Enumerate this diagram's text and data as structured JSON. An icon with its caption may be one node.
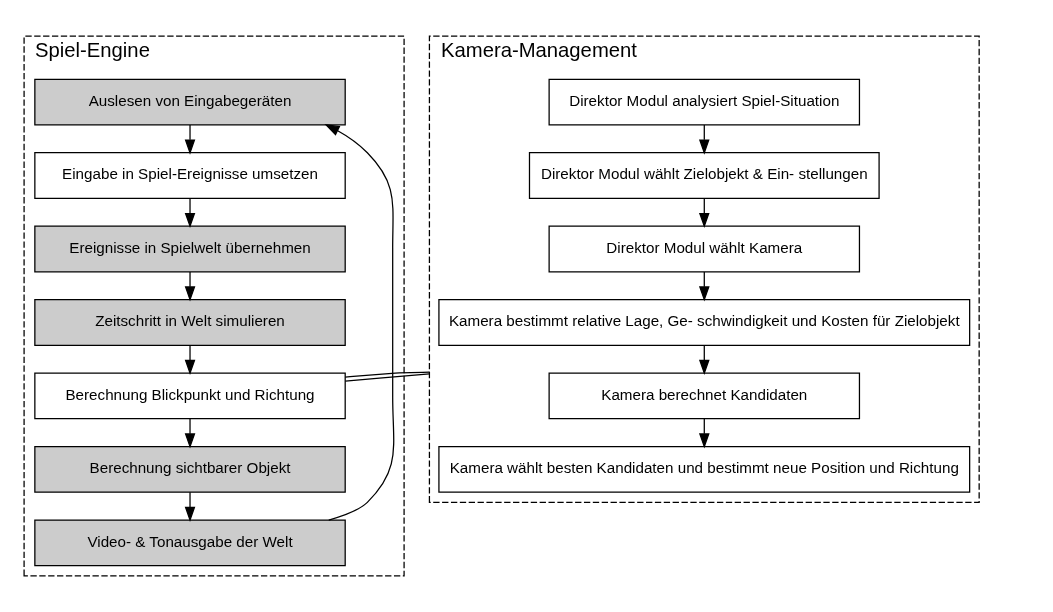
{
  "diagram": {
    "nodes": [
      {
        "text": [
          "Spiel-Engine"
        ]
      },
      {
        "text": [
          "Auslesen von Eingabegeräten"
        ],
        "in": 0
      },
      {
        "text": [
          "Eingabe in Spiel-Ereignisse umsetzen"
        ],
        "in": 0
      },
      {
        "text": [
          "Ereignisse in Spielwelt übernehmen"
        ],
        "in": 0
      },
      {
        "text": [
          "Zeitschritt in Welt simulieren"
        ],
        "in": 0
      },
      {
        "text": [
          "Berechnung Blickpunkt und Richtung"
        ],
        "in": 0
      },
      {
        "text": [
          "Berechnung sichtbarer Objekt"
        ],
        "in": 0
      },
      {
        "text": [
          "Video- & Tonausgabe der Welt"
        ],
        "in": 0
      },
      {
        "text": [
          "Kamera-Management"
        ]
      },
      {
        "text": [
          "Direktor Modul analysiert Spiel-Situation"
        ],
        "in": 8
      },
      {
        "text": [
          "Direktor Modul wählt Zielobjekt & Ein- stellungen"
        ],
        "in": 8
      },
      {
        "text": [
          "Direktor Modul wählt Kamera"
        ],
        "in": 8
      },
      {
        "text": [
          "Kamera bestimmt relative Lage, Ge- schwindigkeit und Kosten für Zielobjekt"
        ],
        "in": 8
      },
      {
        "text": [
          "Kamera berechnet Kandidaten"
        ],
        "in": 8
      },
      {
        "text": [
          "Kamera wählt besten Kandidaten und bestimmt neue Position und Richtung"
        ],
        "in": 8
      }
    ],
    "edges": [
      {
        "from": 1,
        "to": 2,
        "arrow": "to"
      },
      {
        "from": 2,
        "to": 3,
        "arrow": "to"
      },
      {
        "from": 3,
        "to": 4,
        "arrow": "to"
      },
      {
        "from": 4,
        "to": 5,
        "arrow": "to"
      },
      {
        "from": 5,
        "to": 6,
        "arrow": "to"
      },
      {
        "from": 6,
        "to": 7,
        "arrow": "to"
      },
      {
        "from": 7,
        "to": 1,
        "arrow": "to"
      },
      {
        "from": 5,
        "to": 8,
        "arrow": "none"
      },
      {
        "from": 5,
        "to": 8,
        "arrow": "none"
      },
      {
        "from": 9,
        "to": 10,
        "arrow": "to"
      },
      {
        "from": 10,
        "to": 11,
        "arrow": "to"
      },
      {
        "from": 11,
        "to": 12,
        "arrow": "to"
      },
      {
        "from": 12,
        "to": 13,
        "arrow": "to"
      },
      {
        "from": 13,
        "to": 14,
        "arrow": "to"
      }
    ]
  }
}
